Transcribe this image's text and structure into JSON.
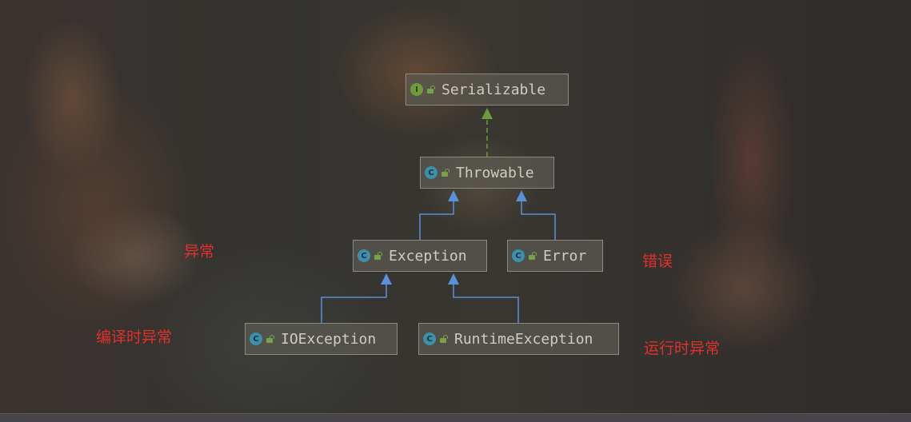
{
  "diagram": {
    "nodes": [
      {
        "id": "serializable",
        "label": "Serializable",
        "kind": "interface",
        "kind_glyph": "I"
      },
      {
        "id": "throwable",
        "label": "Throwable",
        "kind": "class",
        "kind_glyph": "C"
      },
      {
        "id": "exception",
        "label": "Exception",
        "kind": "class",
        "kind_glyph": "C"
      },
      {
        "id": "error",
        "label": "Error",
        "kind": "class",
        "kind_glyph": "C"
      },
      {
        "id": "ioexception",
        "label": "IOException",
        "kind": "class",
        "kind_glyph": "C"
      },
      {
        "id": "runtimeexception",
        "label": "RuntimeException",
        "kind": "class",
        "kind_glyph": "C"
      }
    ],
    "edges": [
      {
        "from": "throwable",
        "to": "serializable",
        "type": "implements"
      },
      {
        "from": "exception",
        "to": "throwable",
        "type": "extends"
      },
      {
        "from": "error",
        "to": "throwable",
        "type": "extends"
      },
      {
        "from": "ioexception",
        "to": "exception",
        "type": "extends"
      },
      {
        "from": "runtimeexception",
        "to": "exception",
        "type": "extends"
      }
    ]
  },
  "annotations": {
    "exception": "异常",
    "error": "错误",
    "checked": "编译时异常",
    "runtime": "运行时异常"
  },
  "colors": {
    "annotation": "#e2302a",
    "extends_line": "#5b8fd6",
    "implements_line": "#6c9a3e"
  }
}
